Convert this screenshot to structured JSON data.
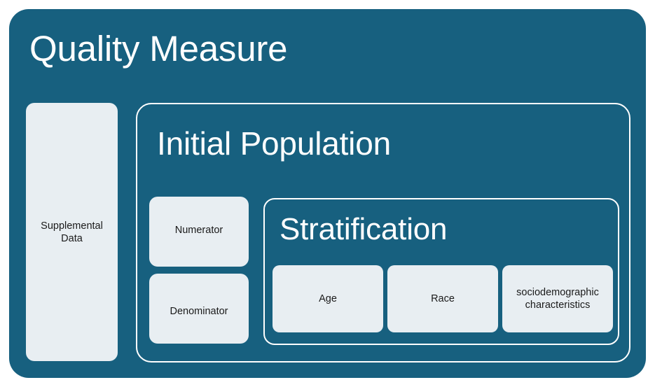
{
  "diagram": {
    "title": "Quality Measure",
    "colors": {
      "container_fill": "#17607F",
      "box_fill": "#E8EEF2",
      "outline": "#FFFFFF",
      "text_dark": "#1A1A1A",
      "text_light": "#FFFFFF",
      "page_background": "#FFFFFF"
    },
    "supplemental": {
      "label_line_1": "Supplemental",
      "label_line_2": "Data"
    },
    "initial_population": {
      "title": "Initial Population",
      "numerator": "Numerator",
      "denominator": "Denominator",
      "stratification": {
        "title": "Stratification",
        "categories": [
          {
            "label": "Age"
          },
          {
            "label": "Race"
          },
          {
            "label_line_1": "sociodemographic",
            "label_line_2": "characteristics"
          }
        ]
      }
    }
  }
}
